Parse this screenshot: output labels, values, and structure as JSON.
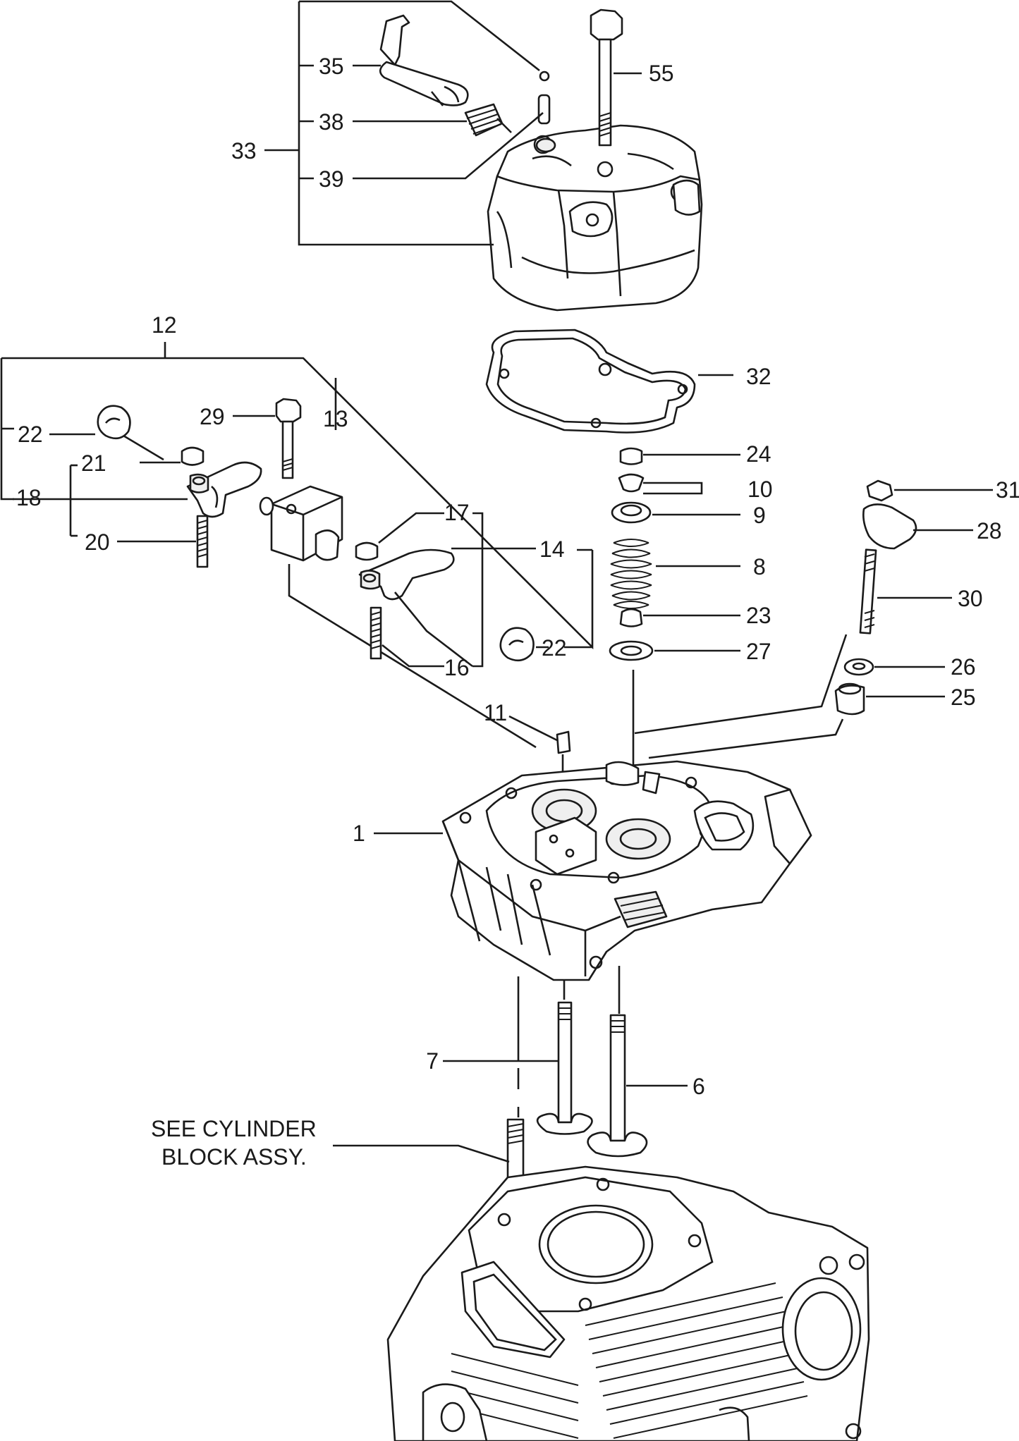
{
  "callouts": {
    "c1": "1",
    "c6": "6",
    "c7": "7",
    "c8": "8",
    "c9": "9",
    "c10": "10",
    "c11": "11",
    "c12": "12",
    "c13": "13",
    "c14": "14",
    "c16": "16",
    "c17": "17",
    "c18": "18",
    "c20": "20",
    "c21": "21",
    "c22a": "22",
    "c22b": "22",
    "c23": "23",
    "c24": "24",
    "c25": "25",
    "c26": "26",
    "c27": "27",
    "c28": "28",
    "c29": "29",
    "c30": "30",
    "c31": "31",
    "c32": "32",
    "c33": "33",
    "c35": "35",
    "c38": "38",
    "c39": "39",
    "c55": "55"
  },
  "note": {
    "line1": "SEE CYLINDER",
    "line2": "BLOCK ASSY."
  }
}
